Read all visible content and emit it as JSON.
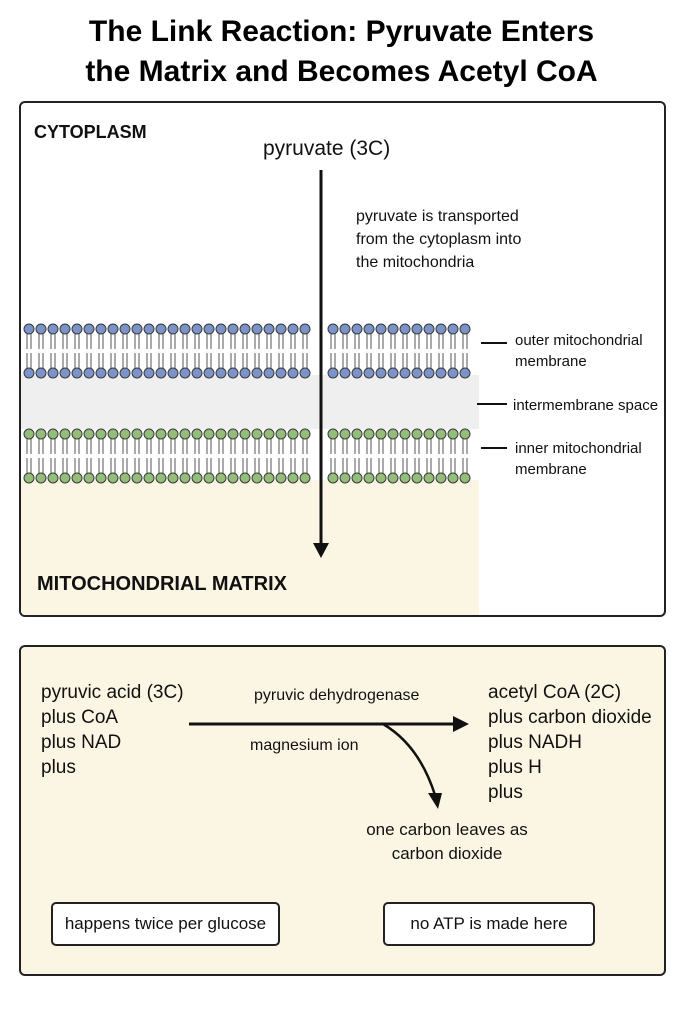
{
  "title": {
    "line1": "The Link Reaction: Pyruvate Enters",
    "line2": "the Matrix and Becomes Acetyl CoA"
  },
  "membrane_panel": {
    "cytoplasm_label": "CYTOPLASM",
    "pyruvate_label": "pyruvate (3C)",
    "transport_note": [
      "pyruvate is transported",
      "from the cytoplasm into",
      "the mitochondria"
    ],
    "outer_membrane_label": [
      "outer mitochondrial",
      "membrane"
    ],
    "intermembrane_label": "intermembrane space",
    "inner_membrane_label": [
      "inner mitochondrial",
      "membrane"
    ],
    "matrix_label": "MITOCHONDRIAL MATRIX",
    "colors": {
      "outer_head": "#7b93c8",
      "inner_head": "#93bd78",
      "intermembrane": "#efefef",
      "matrix": "#fbf6e3"
    }
  },
  "reaction_panel": {
    "reactants": [
      "pyruvic acid (3C)",
      "plus CoA",
      "plus NAD",
      "plus"
    ],
    "enzyme": "pyruvic dehydrogenase",
    "cofactor": "magnesium ion",
    "products": [
      "acetyl CoA (2C)",
      "plus carbon dioxide",
      "plus NADH",
      "plus H",
      "plus"
    ],
    "co2_note": [
      "one carbon leaves as",
      "carbon dioxide"
    ],
    "facts": [
      "happens twice per glucose",
      "no ATP is made here"
    ]
  }
}
